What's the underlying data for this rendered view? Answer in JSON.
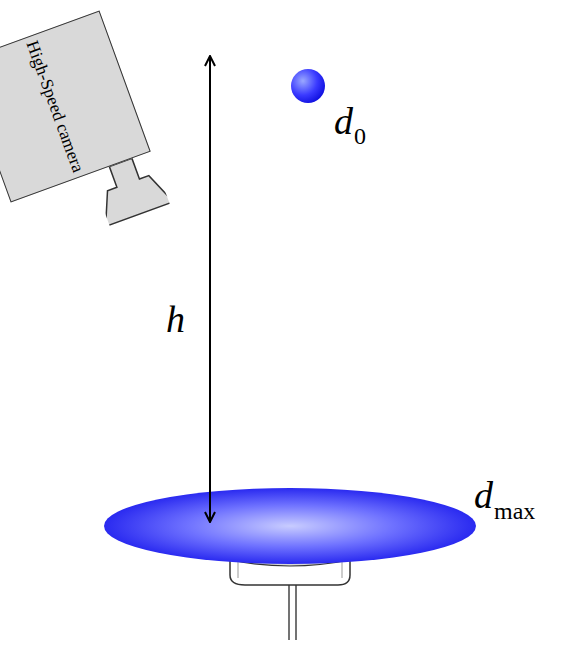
{
  "diagram": {
    "nodes": [
      {
        "text": [
          "High-Speed camera"
        ]
      }
    ],
    "labels": [
      "d",
      "0",
      "h",
      "d",
      "max"
    ]
  }
}
